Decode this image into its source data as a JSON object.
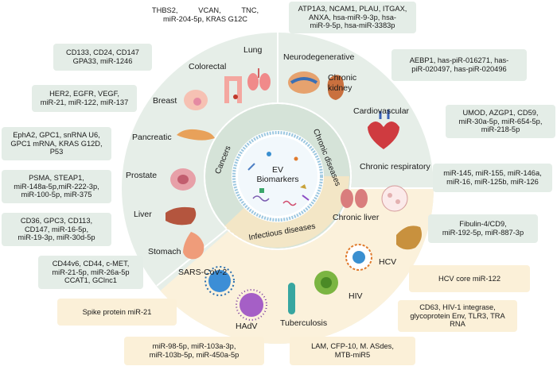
{
  "center": {
    "line1": "EV",
    "line2": "Biomarkers"
  },
  "sections": {
    "cancers": "Cancers",
    "chronic": "Chronic diseases",
    "infectious": "Infectious diseases"
  },
  "cancer_labels": {
    "lung": "Lung",
    "colorectal": "Colorectal",
    "breast": "Breast",
    "pancreatic": "Pancreatic",
    "prostate": "Prostate",
    "liver": "Liver",
    "stomach": "Stomach"
  },
  "chronic_labels": {
    "neuro": "Neurodegenerative",
    "kidney_1": "Chronic",
    "kidney_2": "kidney",
    "cardio": "Cardiovascular",
    "resp": "Chronic respiratory",
    "liver": "Chronic liver"
  },
  "infectious_labels": {
    "sars": "SARS-CoV-2",
    "hadv": "HAdV",
    "tb": "Tuberculosis",
    "hiv": "HIV",
    "hcv": "HCV"
  },
  "boxes": {
    "lung": [
      "THBS2,          VCAN,          TNC,",
      "miR-204-5p, KRAS G12C"
    ],
    "colorectal": [
      "CD133, CD24, CD147",
      "GPA33, miR-1246"
    ],
    "breast": [
      "HER2, EGFR, VEGF,",
      "miR-21, miR-122, miR-137"
    ],
    "pancreatic": [
      "EphA2, GPC1, snRNA U6,",
      "GPC1 mRNA, KRAS G12D,",
      "P53"
    ],
    "prostate": [
      "PSMA, STEAP1,",
      "miR-148a-5p,miR-222-3p,",
      "miR-100-5p, miR-375"
    ],
    "liver": [
      "CD36, GPC3, CD113,",
      "CD147,  miR-16-5p,",
      "miR-19-3p,  miR-30d-5p"
    ],
    "stomach": [
      "CD44v6, CD44, c-MET,",
      "miR-21-5p, miR-26a-5p",
      "CCAT1, GClnc1"
    ],
    "neuro": [
      "ATP1A3, NCAM1, PLAU, ITGAX,",
      "ANXA, hsa-miR-9-3p, hsa-",
      "miR-9-5p, hsa-miR-3383p"
    ],
    "kidney": [
      "AEBP1, has-piR-016271, has-",
      "piR-020497, has-piR-020496"
    ],
    "cardio": [
      "UMOD, AZGP1, CD59,",
      "miR-30a-5p, miR-654-5p,",
      "miR-218-5p"
    ],
    "resp": [
      "miR-145, miR-155,  miR-146a,",
      "miR-16, miR-125b, miR-126"
    ],
    "cliver": [
      "Fibulin-4/CD9,",
      "miR-192-5p, miR-887-3p"
    ],
    "hcv": [
      "HCV core miR-122"
    ],
    "hiv": [
      "CD63, HIV-1 integrase,",
      "glycoprotein Env, TLR3, TRA",
      "RNA"
    ],
    "sars": [
      "Spike protein miR-21"
    ],
    "hadv": [
      "miR-98-5p, miR-103a-3p,",
      "miR-103b-5p, miR-450a-5p"
    ],
    "tb": [
      "LAM, CFP-10, M. ASdes,",
      "MTB-miR5"
    ]
  },
  "colors": {
    "outer_green": "#e6eee8",
    "outer_yellow": "#fbf1db",
    "inner_green": "#d5e3d8",
    "inner_yellow": "#f3e6c6"
  }
}
